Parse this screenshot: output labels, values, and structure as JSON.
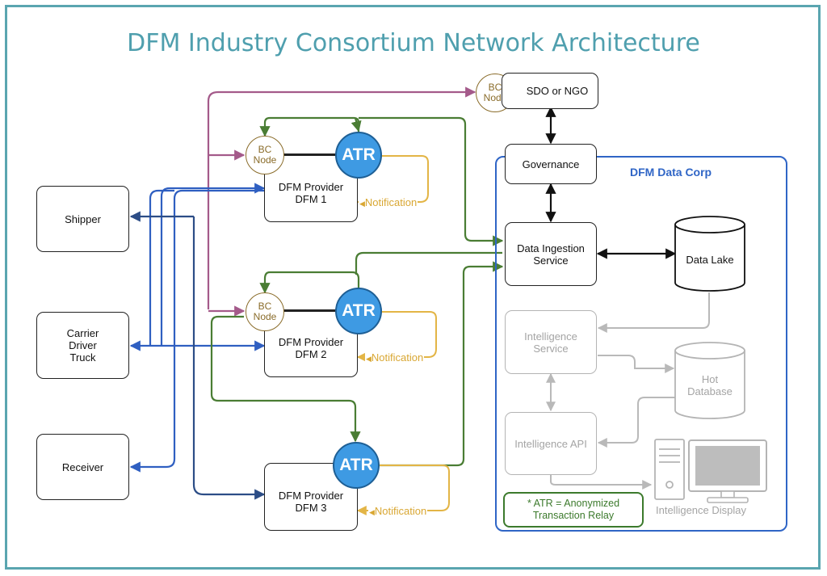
{
  "title": "DFM Industry Consortium Network Architecture",
  "actors": {
    "shipper": "Shipper",
    "carrier": [
      "Carrier",
      "Driver",
      "Truck"
    ],
    "receiver": "Receiver"
  },
  "providers": {
    "dfm1": [
      "DFM Provider",
      "DFM 1"
    ],
    "dfm2": [
      "DFM Provider",
      "DFM 2"
    ],
    "dfm3": [
      "DFM Provider",
      "DFM 3"
    ]
  },
  "bc_node": [
    "BC",
    "Node"
  ],
  "atr": "ATR",
  "notification": "Notification",
  "notification_arrow": "◀",
  "sdo": "SDO or NGO",
  "governance": "Governance",
  "data_corp": {
    "label": "DFM Data Corp",
    "ingestion": [
      "Data Ingestion",
      "Service"
    ],
    "data_lake": "Data Lake",
    "intelligence_service": [
      "Intelligence",
      "Service"
    ],
    "hot_database": [
      "Hot",
      "Database"
    ],
    "intelligence_api": "Intelligence API",
    "intelligence_display": "Intelligence Display"
  },
  "atr_note": [
    "* ATR = Anonymized",
    "Transaction Relay"
  ],
  "colors": {
    "frame": "#5aa5b0",
    "blue": "#2f5fc1",
    "navy": "#2c4d86",
    "green": "#4a7d34",
    "purple": "#a45a8a",
    "gold": "#e3b546",
    "bc_node": "#8a6c2a",
    "atr_fill": "#3e9ae3",
    "grey": "#b9b9b9"
  }
}
